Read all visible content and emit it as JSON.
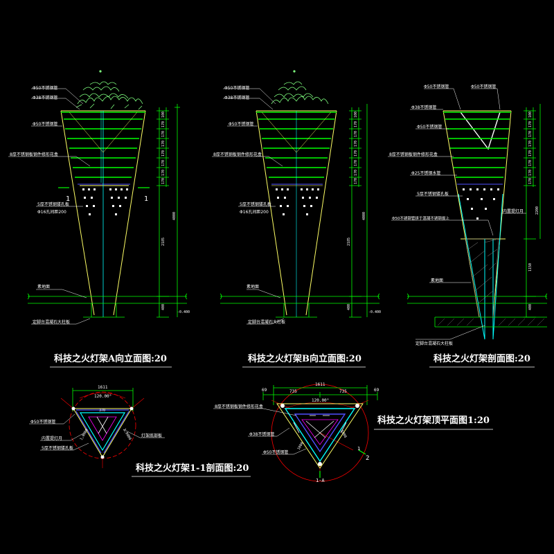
{
  "titles": {
    "elevation_a": "科技之火灯架A向立面图:20",
    "elevation_b": "科技之火灯架B向立面图:20",
    "section": "科技之火灯架剖面图:20",
    "section_1_1": "科技之火灯架1-1剖面图:20",
    "top_plan": "科技之火灯架顶平面图1:20"
  },
  "elevation_a": {
    "labels": {
      "pipe_top": "Φ50不锈钢管",
      "pipe_mid": "Φ38不锈钢管",
      "pipe_ring": "Φ50不锈钢管",
      "plate_note": "8厚不锈钢板钢件修形花盒",
      "hole_plate": "5厚不锈钢镂孔板",
      "hole_spec": "Φ16孔间距200",
      "ground_line": "素地面",
      "foundation": "定脚台混凝石大柱板"
    },
    "dims": {
      "right_column": [
        "100",
        "170",
        "170",
        "170",
        "170",
        "170",
        "170",
        "170",
        "170"
      ],
      "total": "4000",
      "lower": "2185",
      "base": "400",
      "level": "-0.400"
    },
    "section_marks": [
      "1",
      "1"
    ]
  },
  "elevation_b": {
    "labels": {
      "pipe_top": "Φ50不锈钢管",
      "pipe_mid": "Φ38不锈钢管",
      "pipe_ring": "Φ50不锈钢管",
      "plate_note": "8厚不锈钢板钢件修形花盒",
      "hole_plate": "5厚不锈钢镂孔板",
      "hole_spec": "Φ16孔间距200",
      "ground_line": "素地面",
      "foundation": "定脚台混凝石大柱板"
    },
    "dims": {
      "right_column": [
        "100",
        "170",
        "170",
        "170",
        "170",
        "170",
        "170",
        "170",
        "170"
      ],
      "total": "4000",
      "lower": "2185",
      "base": "400",
      "level": "-0.400"
    }
  },
  "section": {
    "labels": {
      "pipe_top_left": "Φ50不锈钢管",
      "pipe_top_right": "Φ50不锈钢管",
      "pipe_1": "Φ38不锈钢管",
      "pipe_2": "Φ50不锈钢管",
      "plate_note": "8厚不锈钢板钢件修形花盒",
      "pipe_3": "Φ25不锈钢水管",
      "hole_plate": "5厚不锈钢镂孔板",
      "inner_light": "内置提灯月",
      "pipe_4": "Φ50不锈钢管拼于混凝不锈钢拔上",
      "ground_line": "素地面",
      "foundation": "定脚台混凝石大柱板"
    },
    "dims": {
      "right_column": [
        "100",
        "170",
        "170",
        "170",
        "170",
        "170",
        "170",
        "170",
        "170"
      ],
      "total": "2200",
      "lower": "1150",
      "base": "400"
    }
  },
  "section_1_1": {
    "labels": {
      "pipe": "Φ50不锈钢管",
      "inner_light": "内置提灯月",
      "hole_plate": "5厚不锈钢镂孔板",
      "base_plate": "灯架底部板"
    },
    "dims": {
      "width": "1611",
      "angle": "120.00°",
      "inner": "370",
      "side_left": "1,0000",
      "side_right": "1,0000"
    }
  },
  "top_plan": {
    "labels": {
      "plate_note": "8厚不锈钢板钢件修形花盒",
      "pipe_1": "Φ38不锈钢管",
      "pipe_2": "Φ50不锈钢管"
    },
    "dims": {
      "width": "1611",
      "seg_left": "735",
      "seg_right": "735",
      "end_left": "69",
      "end_right": "69",
      "angle": "120.00°",
      "side_left": "1000",
      "side_right": "1000"
    },
    "marks": [
      "1",
      "2",
      "1-A"
    ]
  },
  "colors": {
    "background": "#000000",
    "outline": "#ffff66",
    "rings": "#00ff00",
    "dims": "#00ff00",
    "axis": "#00ffff",
    "text": "#ffffff",
    "red": "#ff0000",
    "magenta": "#ff00ff",
    "blue": "#5050ff"
  }
}
